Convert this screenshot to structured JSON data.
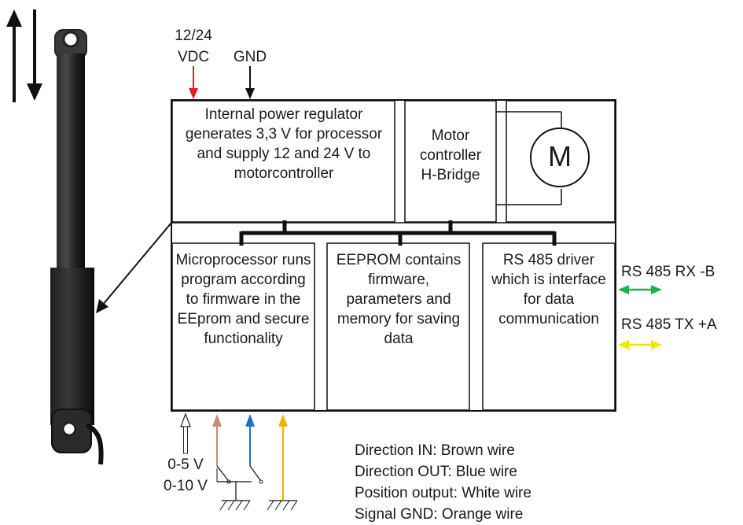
{
  "power_input": {
    "voltage_line1": "12/24",
    "voltage_line2": "VDC",
    "ground": "GND"
  },
  "blocks": {
    "power_regulator": "Internal power regulator generates 3,3 V for processor and supply 12 and 24 V to motorcontroller",
    "motor_controller": "Motor controller H-Bridge",
    "motor_symbol": "M",
    "microprocessor": "Microprocessor runs program according to firmware in the EEprom and secure functionality",
    "eeprom": "EEPROM contains firmware, parameters and memory for saving data",
    "rs485_driver": "RS 485 driver which is interface for data communication"
  },
  "signals": {
    "rs485_rx": "RS 485 RX -B",
    "rs485_tx": "RS 485 TX +A",
    "analog_range_1": "0-5 V",
    "analog_range_2": "0-10 V"
  },
  "wire_legend": [
    "Direction IN: Brown wire",
    "Direction OUT: Blue wire",
    "Position output: White wire",
    "Signal GND: Orange wire"
  ],
  "colors": {
    "power_arrow": "#e02020",
    "rx_arrow": "#22b04a",
    "tx_arrow": "#f2e600",
    "brown_wire": "#c98a78",
    "blue_wire": "#1f6fc0",
    "orange_wire": "#f0b400",
    "white_wire": "#ffffff"
  },
  "icons": {
    "motion_arrows": "up-down-arrows-icon",
    "actuator": "linear-actuator-icon",
    "ground": "ground-symbol-icon"
  }
}
